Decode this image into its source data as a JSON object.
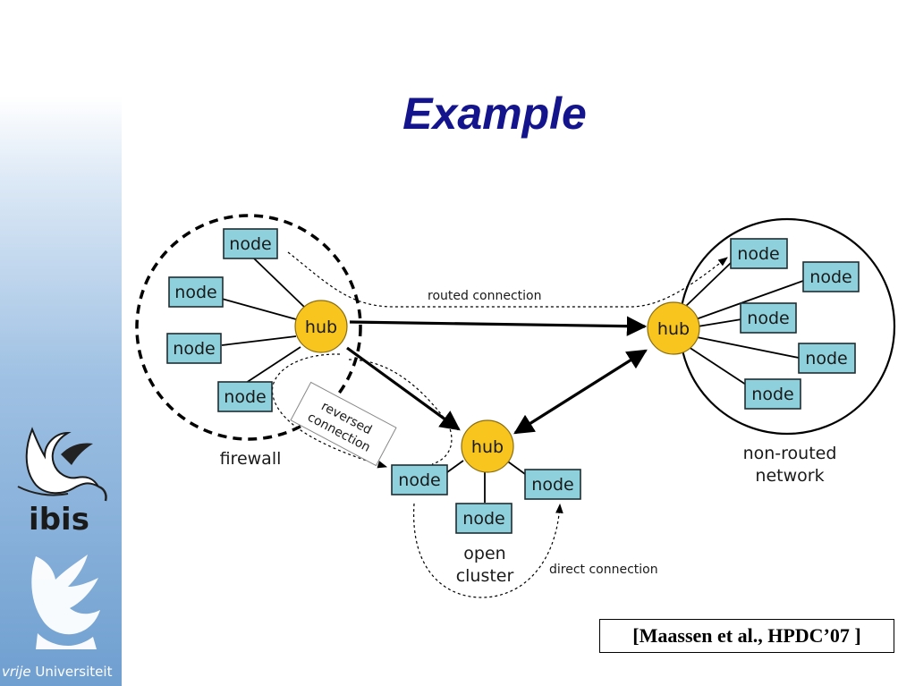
{
  "slide": {
    "title": "Example",
    "citation": "[Maassen et al., HPDC’07 ]",
    "branding": {
      "ibis": "ibis",
      "vu_prefix": "vrije",
      "vu_name": " Universiteit"
    }
  },
  "diagram": {
    "node_label": "node",
    "hub_label": "hub",
    "regions": {
      "firewall": "firewall",
      "non_routed_1": "non-routed",
      "non_routed_2": "network",
      "open_1": "open",
      "open_2": "cluster"
    },
    "connections": {
      "routed": "routed connection",
      "reversed_1": "reversed",
      "reversed_2": "connection",
      "direct": "direct connection"
    }
  },
  "colors": {
    "title": "#14148c",
    "node_fill": "#8ed1dd",
    "hub_fill": "#f7c51e"
  },
  "icons": [
    "ibis-bird-logo",
    "vu-griffin-logo"
  ]
}
